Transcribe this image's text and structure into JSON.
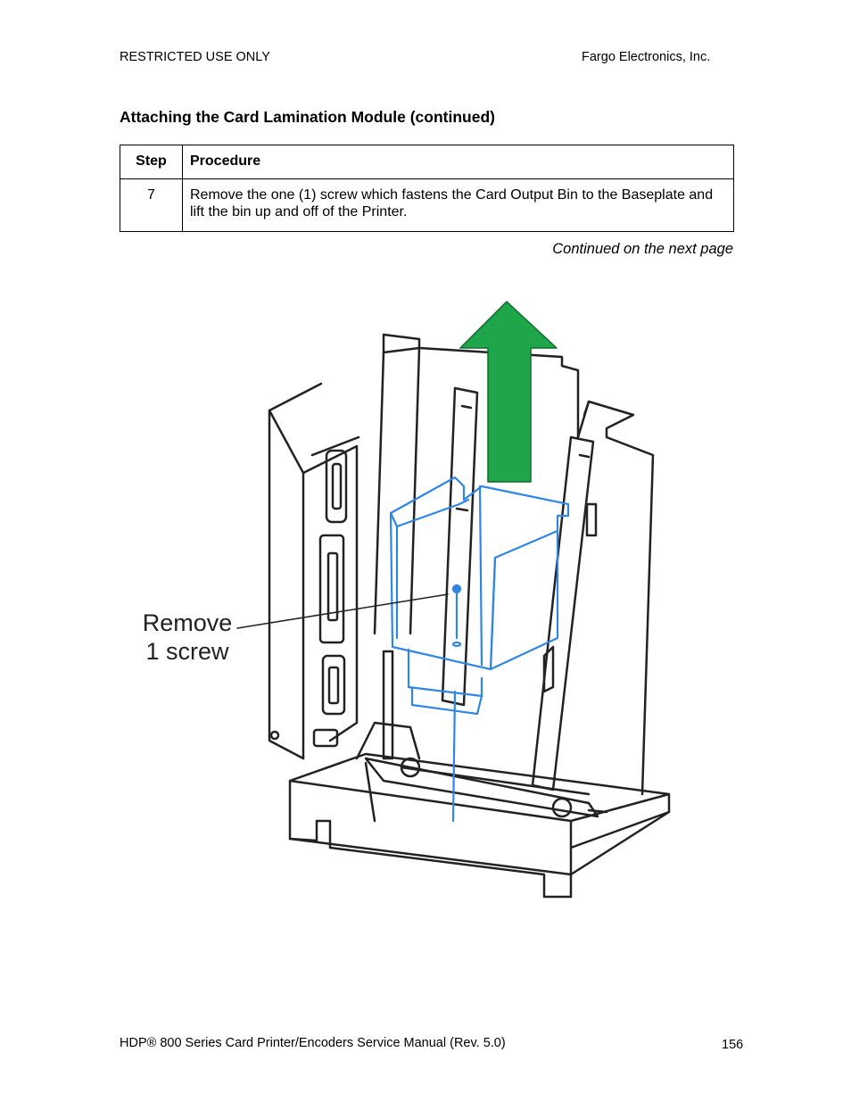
{
  "header": {
    "left": "RESTRICTED USE ONLY",
    "right": "Fargo Electronics, Inc."
  },
  "section_title": "Attaching the Card Lamination Module (continued)",
  "table": {
    "headers": [
      "Step",
      "Procedure"
    ],
    "rows": [
      {
        "step": "7",
        "procedure": "Remove the one (1) screw which fastens the Card Output Bin to the Baseplate and lift the bin up and off of the Printer."
      }
    ]
  },
  "continued_note": "Continued on the next page",
  "figure": {
    "callout_line1": "Remove",
    "callout_line2": "1 screw",
    "colors": {
      "arrow": "#1fa64a",
      "bin": "#2f86e6",
      "linework": "#222222"
    }
  },
  "footer": {
    "left": "HDP® 800 Series Card Printer/Encoders Service Manual (Rev. 5.0)",
    "page_number": "156"
  }
}
